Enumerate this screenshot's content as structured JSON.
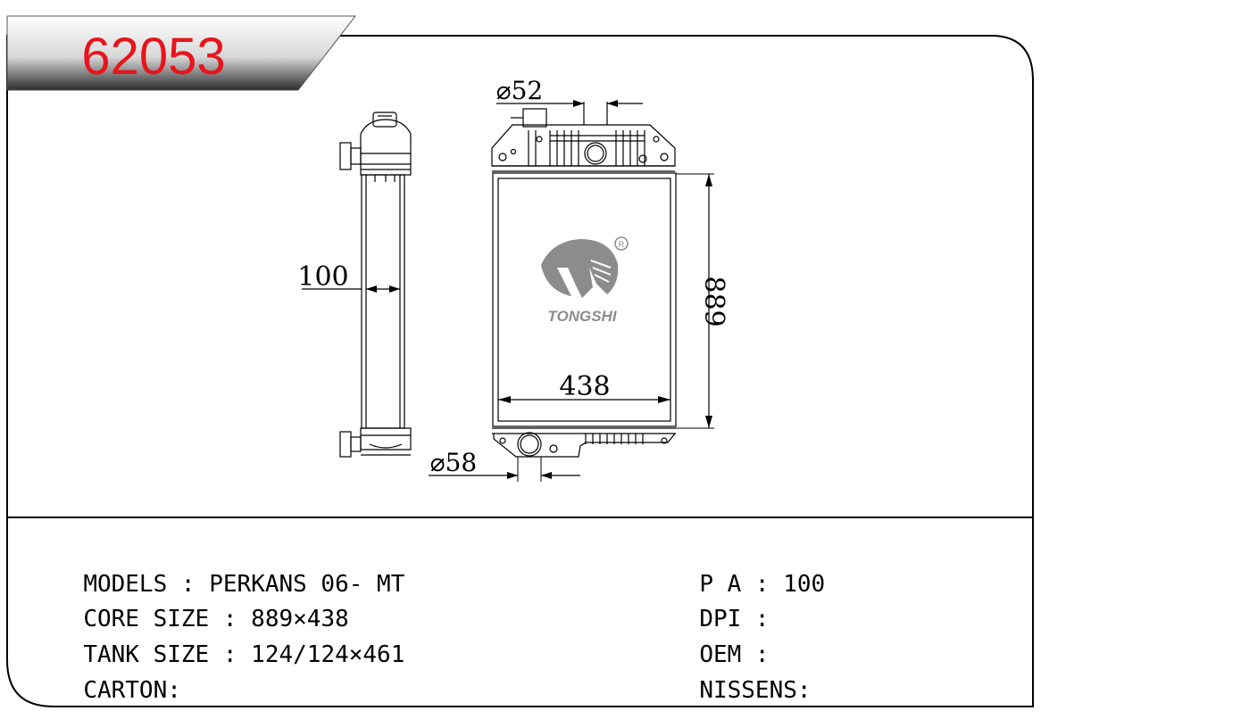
{
  "part_number": "62053",
  "dimensions": {
    "top_pipe": "⌀52",
    "bottom_pipe": "⌀58",
    "core_thickness": "100",
    "core_width": "438",
    "core_height": "889"
  },
  "logo": {
    "brand": "TONGSHI",
    "registered": "R"
  },
  "specs_left": [
    {
      "label": "MODELS",
      "value": "PERKANS 06- MT"
    },
    {
      "label": "CORE SIZE",
      "value": "889×438"
    },
    {
      "label": "TANK SIZE",
      "value": "124/124×461"
    },
    {
      "label": "CARTON:",
      "value": ""
    }
  ],
  "specs_right": [
    {
      "label": "P A",
      "value": "100"
    },
    {
      "label": "DPI",
      "value": ""
    },
    {
      "label": "OEM",
      "value": ""
    },
    {
      "label": "NISSENS:",
      "value": ""
    }
  ],
  "colors": {
    "part_number": "#e8141c",
    "logo_gray": "#8c8c8c",
    "tab_dark": "#3a3a3a"
  }
}
